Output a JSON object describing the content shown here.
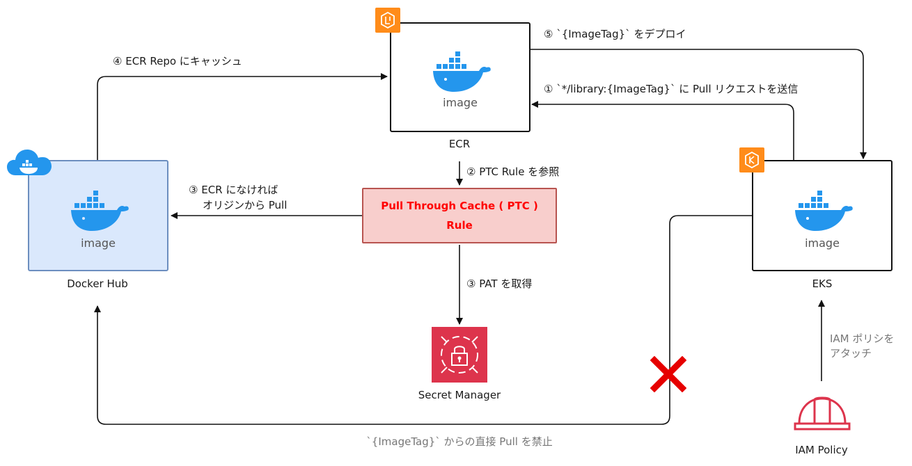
{
  "nodes": {
    "ecr": {
      "label": "ECR",
      "image_text": "image"
    },
    "docker_hub": {
      "label": "Docker Hub",
      "image_text": "image"
    },
    "eks": {
      "label": "EKS",
      "image_text": "image"
    },
    "ptc_rule": {
      "line1": "Pull Through Cache ( PTC )",
      "line2": "Rule"
    },
    "secret_manager": {
      "label": "Secret Manager"
    },
    "iam_policy": {
      "label": "IAM Policy"
    }
  },
  "edges": {
    "step1": "① `*/library:{ImageTag}` に Pull リクエストを送信",
    "step2": "② PTC Rule を参照",
    "step3_origin_line1": "③ ECR になければ",
    "step3_origin_line2": "オリジンから Pull",
    "step3_pat": "③ PAT を取得",
    "step4": "④ ECR Repo にキャッシュ",
    "step5": "⑤ `{ImageTag}` をデプロイ",
    "iam_attach_line1": "IAM ポリシを",
    "iam_attach_line2": "アタッチ",
    "deny": "`{ImageTag}` からの直接 Pull を禁止"
  },
  "colors": {
    "docker_blue": "#2496ed",
    "aws_orange": "#ff8c1a",
    "secret_red": "#dd344c",
    "ptc_text": "#ff0000",
    "deny_x": "#e60000"
  },
  "icons": [
    "docker-whale-icon",
    "ecr-icon",
    "eks-icon",
    "docker-cloud-icon",
    "secrets-manager-icon",
    "iam-helmet-icon",
    "cross-icon"
  ]
}
